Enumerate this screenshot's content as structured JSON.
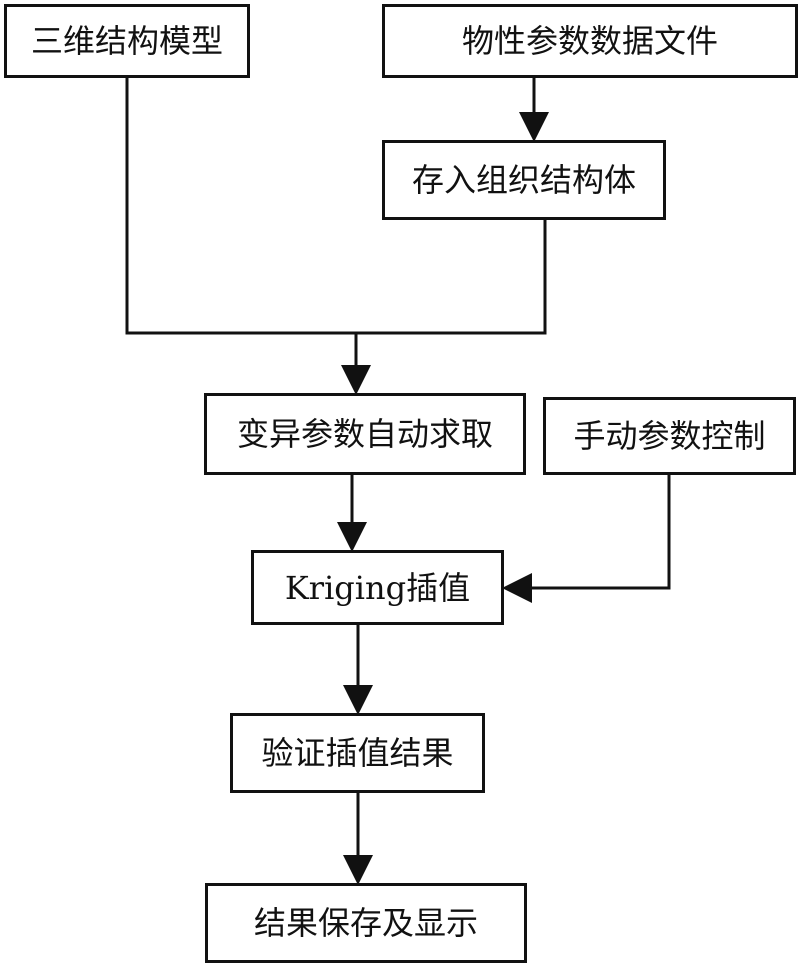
{
  "nodes": {
    "model": "三维结构模型",
    "props": "物性参数数据文件",
    "store": "存入组织结构体",
    "variogram": "变异参数自动求取",
    "manual": "手动参数控制",
    "kriging": "Kriging插值",
    "verify": "验证插值结果",
    "save": "结果保存及显示"
  }
}
